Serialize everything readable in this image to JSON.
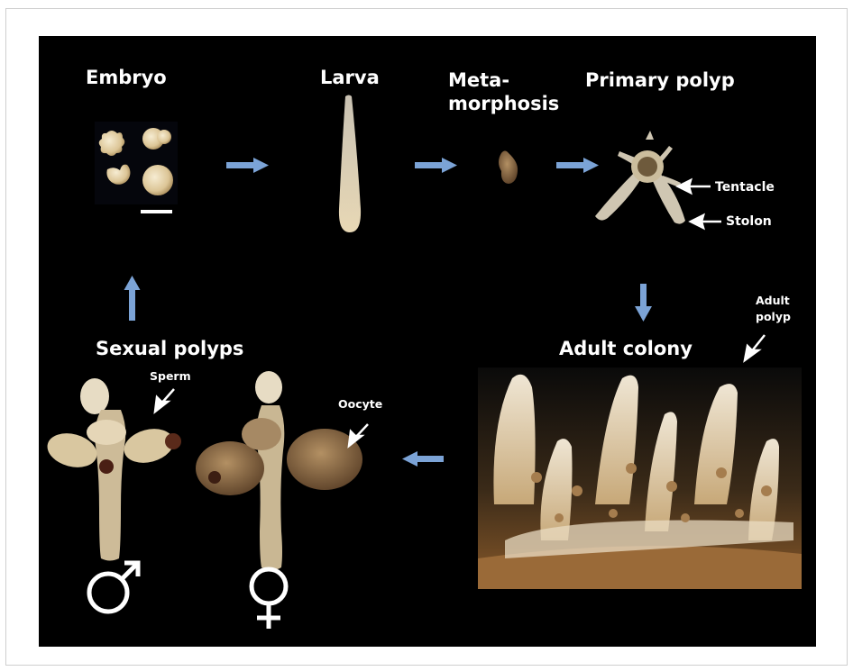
{
  "stages": {
    "embryo": "Embryo",
    "larva": "Larva",
    "metamorphosis_line1": "Meta-",
    "metamorphosis_line2": "morphosis",
    "primary_polyp": "Primary polyp",
    "adult_colony": "Adult colony",
    "sexual_polyps": "Sexual polyps"
  },
  "annotations": {
    "tentacle": "Tentacle",
    "stolon": "Stolon",
    "adult_polyp_line1": "Adult",
    "adult_polyp_line2": "polyp",
    "sperm": "Sperm",
    "oocyte": "Oocyte"
  },
  "symbols": {
    "male": "♂",
    "female": "♀"
  },
  "colors": {
    "background": "#000000",
    "arrow": "#7ba3d6",
    "label": "#ffffff",
    "organism": "#d9c7a0"
  }
}
